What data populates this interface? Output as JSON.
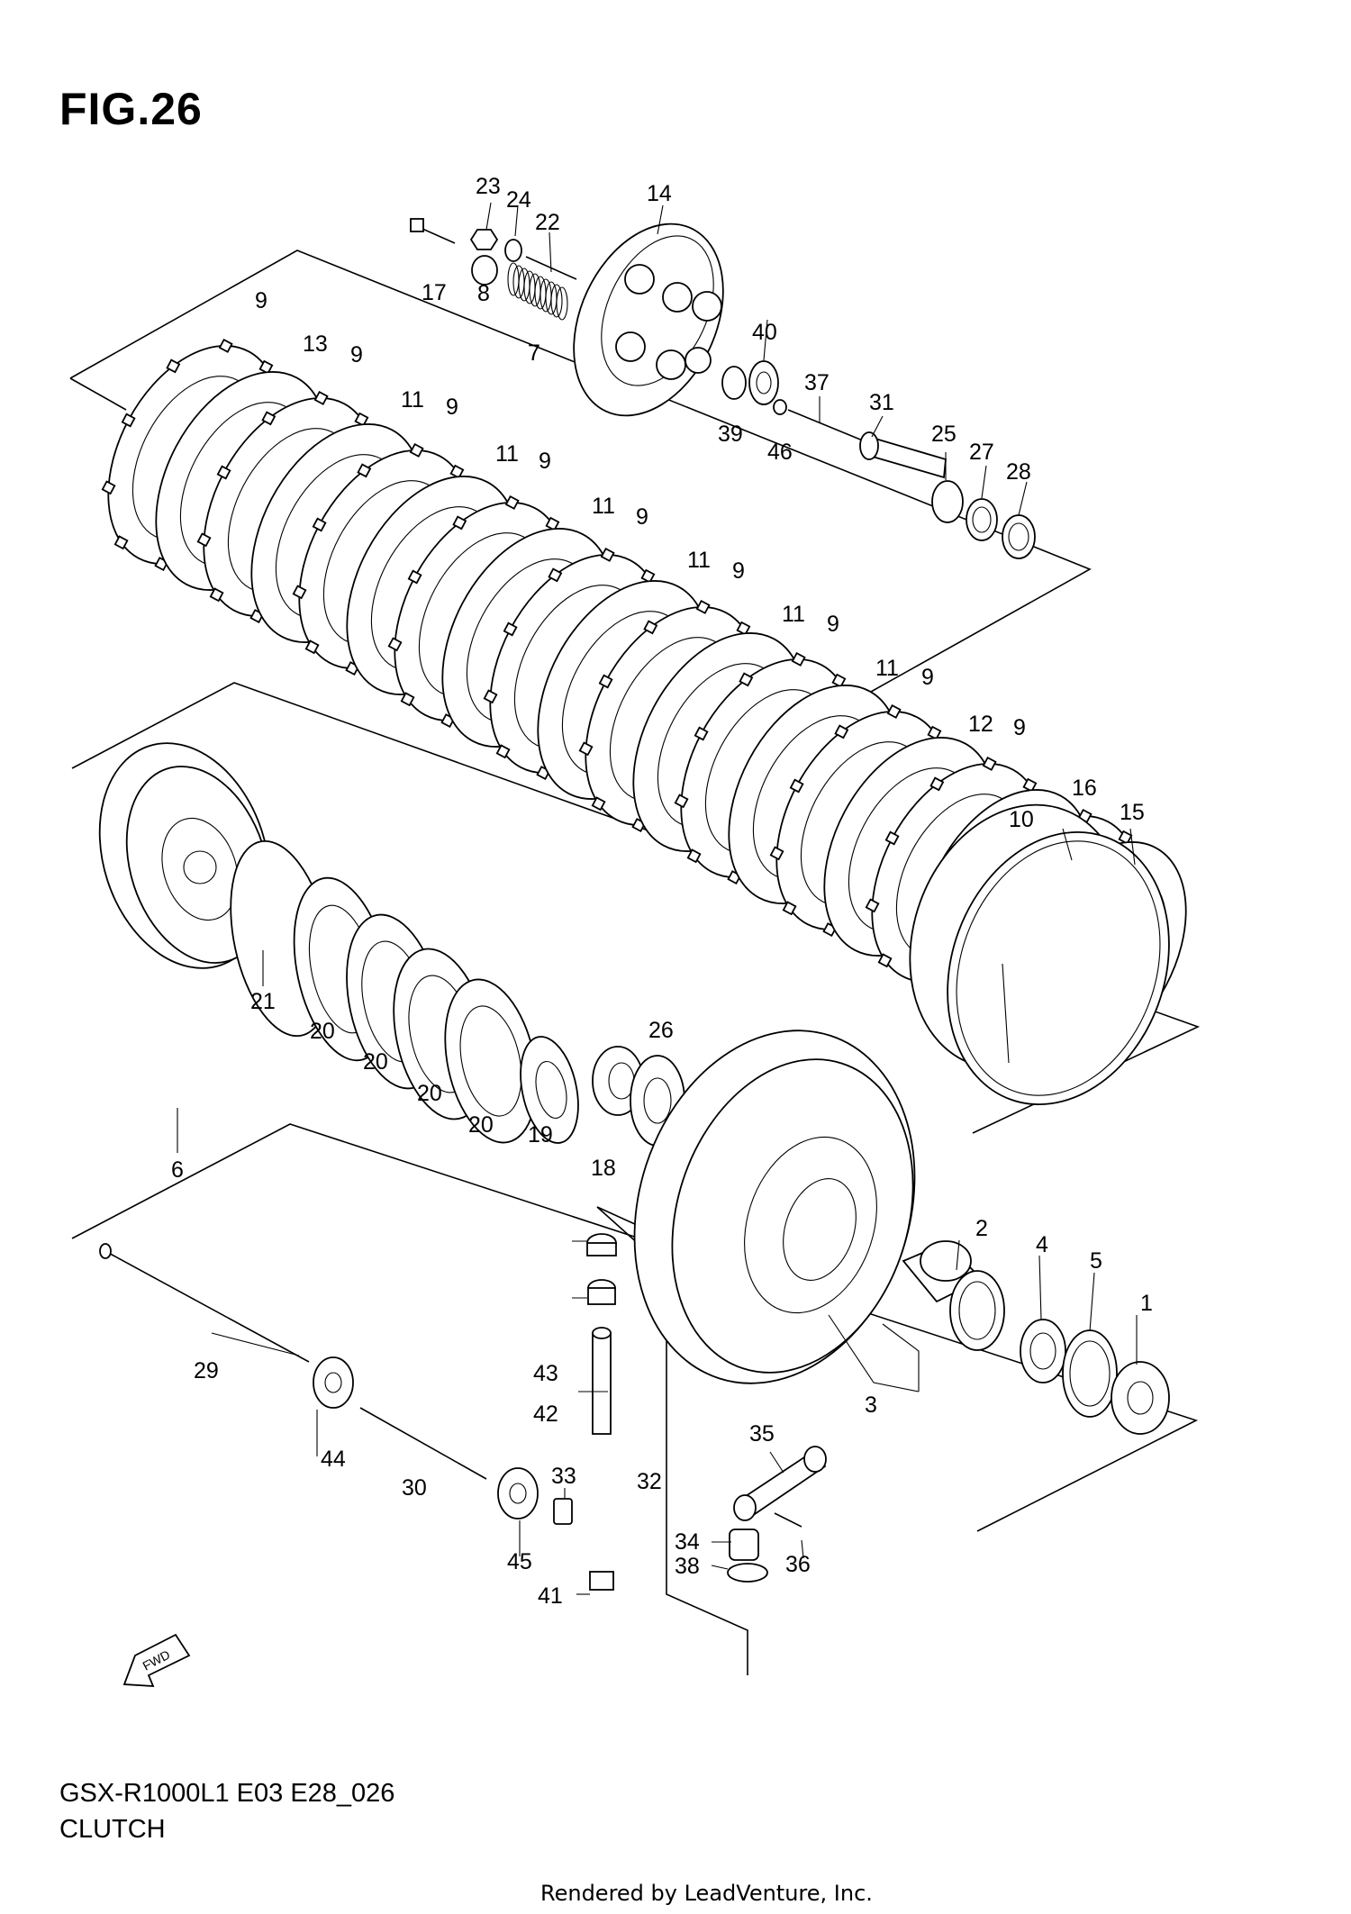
{
  "figure": {
    "title": "FIG.26",
    "model_code": "GSX-R1000L1 E03 E28_026",
    "name": "CLUTCH",
    "credit": "Rendered by LeadVenture, Inc.",
    "fwd_label": "FWD"
  },
  "callouts": {
    "c1": "1",
    "c2": "2",
    "c3": "3",
    "c4": "4",
    "c5": "5",
    "c6": "6",
    "c7": "7",
    "c8": "8",
    "c9a": "9",
    "c9b": "9",
    "c9c": "9",
    "c9d": "9",
    "c9e": "9",
    "c9f": "9",
    "c9g": "9",
    "c9h": "9",
    "c9i": "9",
    "c10": "10",
    "c11a": "11",
    "c11b": "11",
    "c11c": "11",
    "c11d": "11",
    "c11e": "11",
    "c11f": "11",
    "c12": "12",
    "c13": "13",
    "c14": "14",
    "c15": "15",
    "c16": "16",
    "c17": "17",
    "c18": "18",
    "c19": "19",
    "c20a": "20",
    "c20b": "20",
    "c20c": "20",
    "c20d": "20",
    "c21": "21",
    "c22": "22",
    "c23": "23",
    "c24": "24",
    "c25": "25",
    "c26": "26",
    "c27": "27",
    "c28": "28",
    "c29": "29",
    "c30": "30",
    "c31": "31",
    "c32": "32",
    "c33": "33",
    "c34": "34",
    "c35": "35",
    "c36": "36",
    "c37": "37",
    "c38": "38",
    "c39": "39",
    "c40": "40",
    "c41": "41",
    "c42": "42",
    "c43": "43",
    "c44": "44",
    "c45": "45",
    "c46": "46"
  },
  "colors": {
    "line": "#000000",
    "background": "#ffffff"
  }
}
